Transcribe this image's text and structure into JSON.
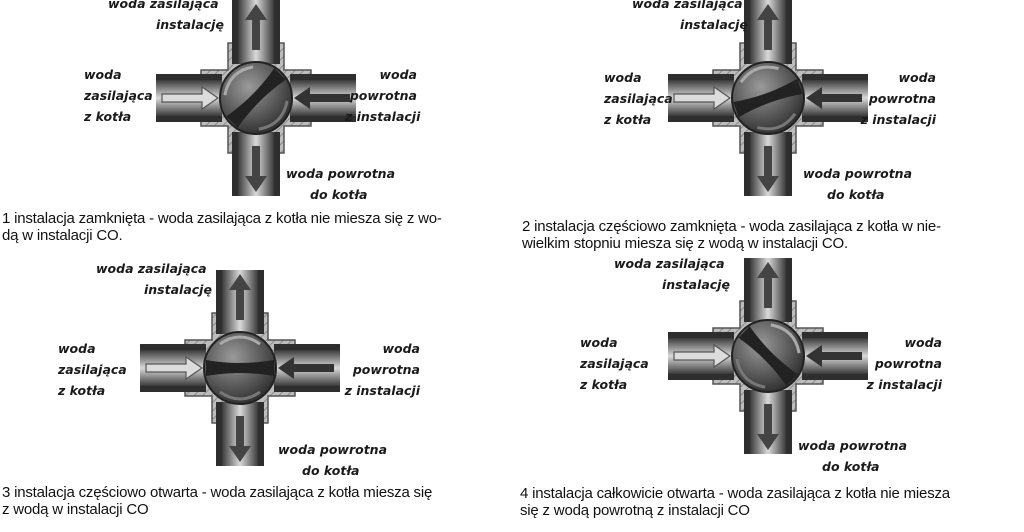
{
  "labels": {
    "supply_to_installation": [
      "woda zasilająca",
      "instalację"
    ],
    "supply_from_boiler": [
      "woda",
      "zasilająca",
      "z kotła"
    ],
    "return_from_installation": [
      "woda",
      "powrotna",
      "z instalacji"
    ],
    "return_to_boiler": [
      "woda powrotna",
      "do kotła"
    ]
  },
  "panels": [
    {
      "id": 1,
      "caption_lines": [
        "1 instalacja zamknięta - woda zasilająca z kotła nie miesza się z wo-",
        "dą w instalacji CO."
      ],
      "state": "closed"
    },
    {
      "id": 2,
      "caption_lines": [
        "2 instalacja częściowo zamknięta - woda zasilająca z kotła w nie-",
        "wielkim stopniu miesza się z wodą w instalacji CO."
      ],
      "state": "partially closed"
    },
    {
      "id": 3,
      "caption_lines": [
        "3 instalacja częściowo otwarta - woda zasilająca z kotła miesza się",
        "z wodą w instalacji CO"
      ],
      "state": "partially open"
    },
    {
      "id": 4,
      "caption_lines": [
        "4  instalacja całkowicie otwarta - woda zasilająca z kotła nie miesza",
        "się z wodą powrotną z instalacji CO"
      ],
      "state": "fully open"
    }
  ],
  "colors": {
    "pipe_dark": "#3a3a3a",
    "pipe_light": "#d9d9d9",
    "housing": "#9a9a9a",
    "body_hatch": "#bdbdbd",
    "rotor": "#555555",
    "text": "#111111"
  }
}
